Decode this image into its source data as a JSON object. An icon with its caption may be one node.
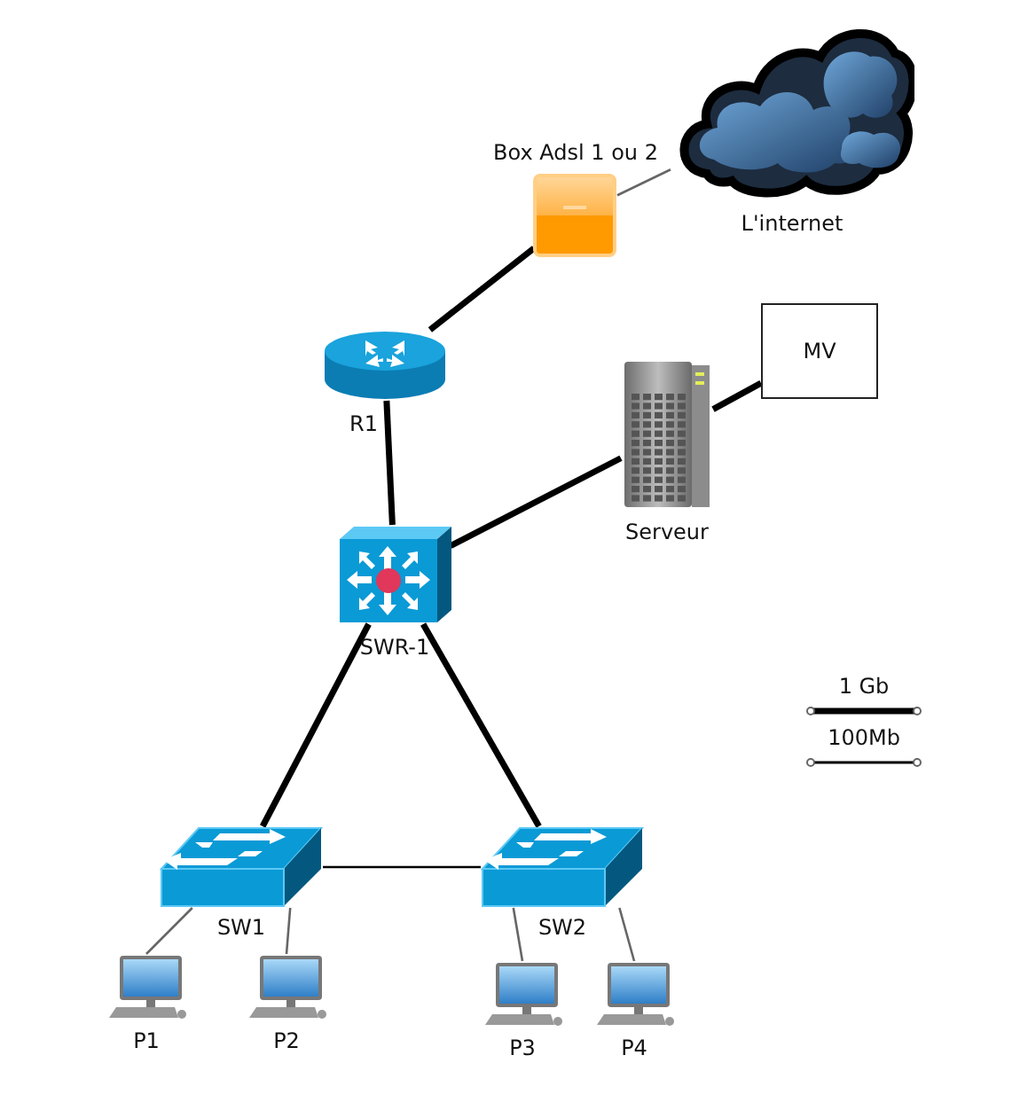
{
  "diagram": {
    "nodes": [
      {
        "text": [
          "Box Adsl 1 ou 2"
        ]
      },
      {
        "text": [
          "L'internet"
        ]
      },
      {
        "text": [
          "R1"
        ]
      },
      {
        "text": [
          "MV"
        ]
      },
      {
        "text": [
          "Serveur"
        ]
      },
      {
        "text": [
          "SWR-1"
        ]
      },
      {
        "text": [
          "SW1"
        ]
      },
      {
        "text": [
          "SW2"
        ]
      },
      {
        "text": [
          "P1"
        ]
      },
      {
        "text": [
          "P2"
        ]
      },
      {
        "text": [
          "P3"
        ]
      },
      {
        "text": [
          "P4"
        ]
      }
    ],
    "edges": [
      {
        "from": 0,
        "to": 1,
        "arrow": "none",
        "color": "#666666"
      },
      {
        "from": 2,
        "to": 0,
        "arrow": "none",
        "style": "thick"
      },
      {
        "from": 2,
        "to": 5,
        "arrow": "none",
        "style": "thick"
      },
      {
        "from": 5,
        "to": 4,
        "arrow": "none",
        "style": "thick"
      },
      {
        "from": 4,
        "to": 3,
        "arrow": "none",
        "style": "thick"
      },
      {
        "from": 5,
        "to": 6,
        "arrow": "none",
        "style": "thick"
      },
      {
        "from": 5,
        "to": 7,
        "arrow": "none",
        "style": "thick"
      },
      {
        "from": 6,
        "to": 7,
        "arrow": "none"
      },
      {
        "from": 6,
        "to": 8,
        "arrow": "none",
        "color": "#666666"
      },
      {
        "from": 6,
        "to": 9,
        "arrow": "none",
        "color": "#666666"
      },
      {
        "from": 7,
        "to": 10,
        "arrow": "none",
        "color": "#666666"
      },
      {
        "from": 7,
        "to": 11,
        "arrow": "none",
        "color": "#666666"
      }
    ],
    "legend": [
      {
        "text": "1 Gb"
      },
      {
        "text": "100Mb"
      }
    ]
  }
}
